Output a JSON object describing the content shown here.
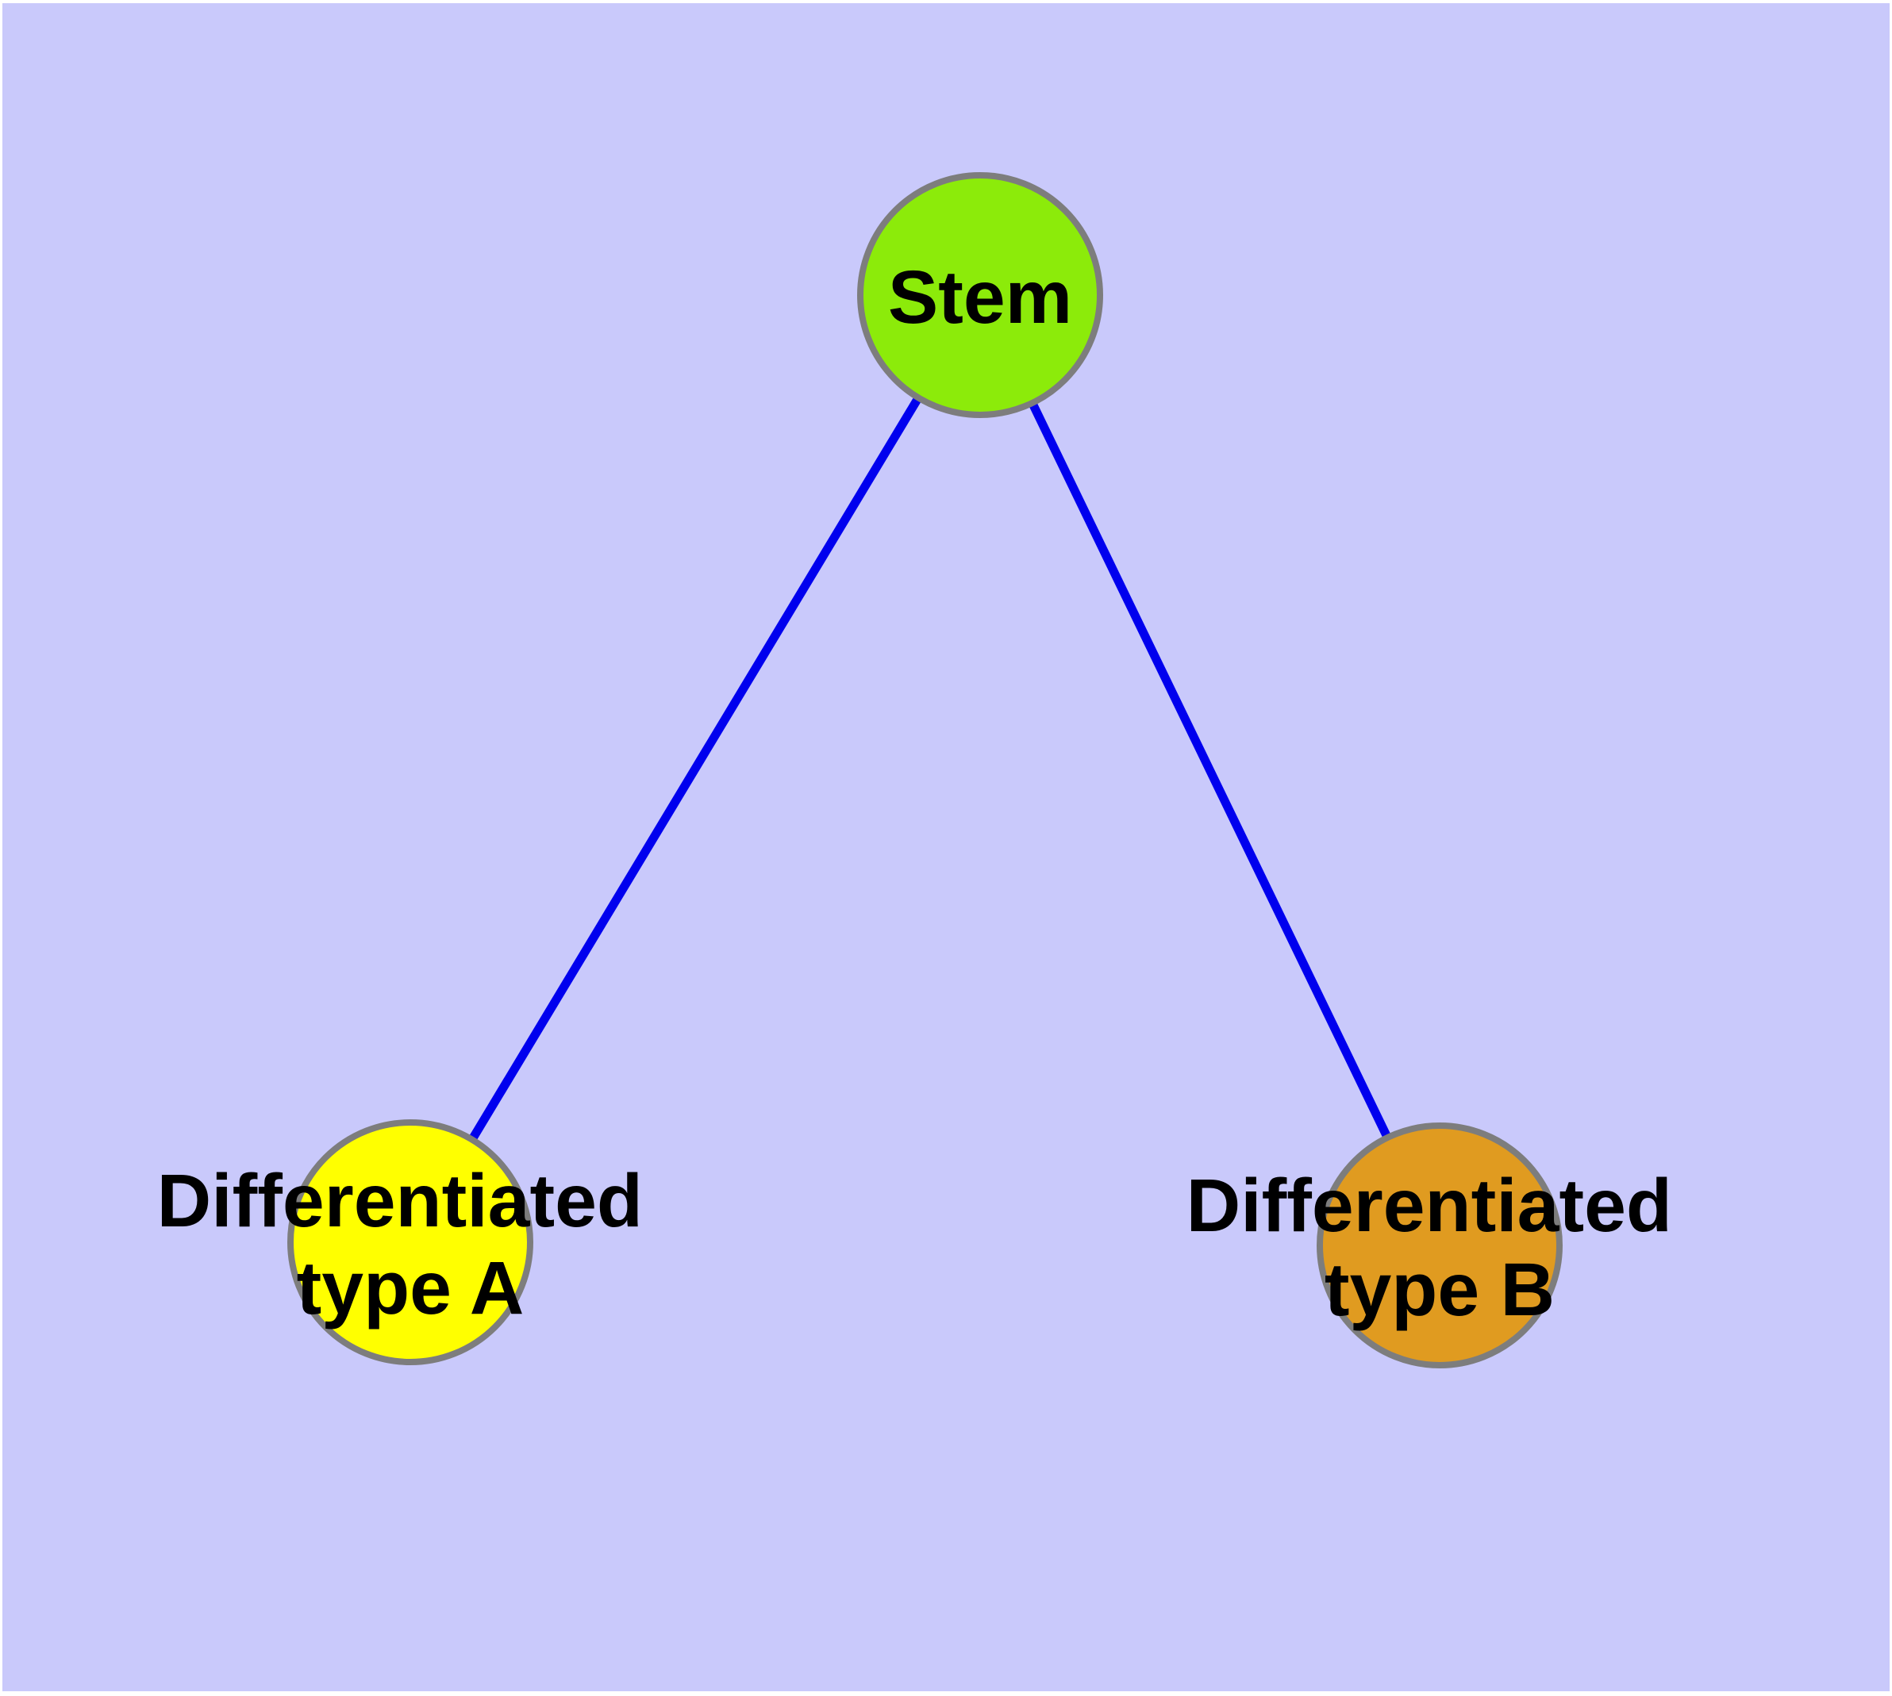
{
  "diagram": {
    "background_color": "#c9c9fb",
    "edge_color": "#0000ee",
    "node_border_color": "#7d7d7d",
    "label_color": "#000000",
    "nodes": {
      "stem": {
        "label": "Stem",
        "fill": "#8ceb0a"
      },
      "type_a": {
        "label_line1": "Differentiated",
        "label_line2": "type A",
        "fill": "#ffff00"
      },
      "type_b": {
        "label_line1": "Differentiated",
        "label_line2": "type B",
        "fill": "#e09b20"
      }
    },
    "edges": [
      {
        "from": "Stem",
        "to": "Differentiated type A"
      },
      {
        "from": "Stem",
        "to": "Differentiated type B"
      }
    ]
  }
}
